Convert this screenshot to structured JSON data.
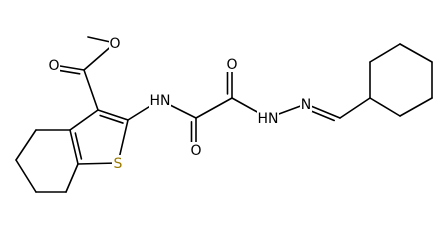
{
  "molecule": {
    "atoms": [
      {
        "id": "O_ester_methoxy",
        "label": "O",
        "name": "ester-methoxy-oxygen"
      },
      {
        "id": "O_ester_carbonyl",
        "label": "O",
        "name": "ester-carbonyl-oxygen"
      },
      {
        "id": "N_amide",
        "label": "HN",
        "name": "amide-nh"
      },
      {
        "id": "O_oxalyl_top",
        "label": "O",
        "name": "oxalyl-oxygen-top"
      },
      {
        "id": "N_hydrazide",
        "label": "HN",
        "name": "hydrazide-nh"
      },
      {
        "id": "N_imine",
        "label": "N",
        "name": "imine-nitrogen"
      },
      {
        "id": "O_oxalyl_bottom",
        "label": "O",
        "name": "oxalyl-oxygen-bottom"
      },
      {
        "id": "S_thiophene",
        "label": "S",
        "name": "thiophene-sulfur"
      }
    ],
    "colors": {
      "bond": "#000000",
      "sulfur": "#9a7a00",
      "background": "#ffffff"
    }
  }
}
